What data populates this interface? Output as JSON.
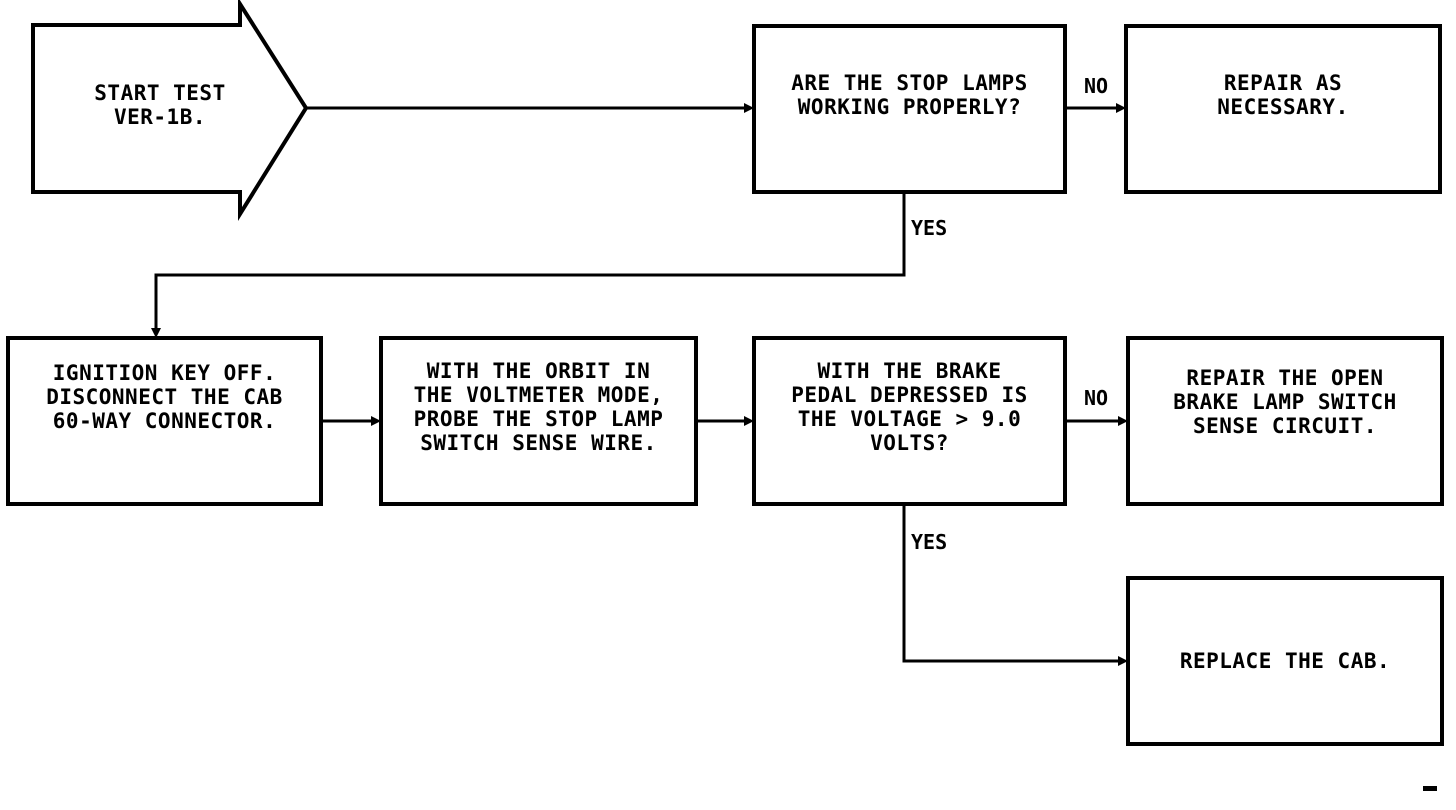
{
  "nodes": {
    "start": [
      "START TEST",
      "VER-1B."
    ],
    "q_stop_lamps": [
      "ARE THE STOP LAMPS",
      "WORKING PROPERLY?"
    ],
    "repair_as_necessary": [
      "REPAIR AS",
      "NECESSARY."
    ],
    "ignition_off": [
      "IGNITION KEY OFF.",
      "DISCONNECT THE CAB",
      "60-WAY CONNECTOR."
    ],
    "probe_wire": [
      "WITH THE ORBIT IN",
      "THE VOLTMETER MODE,",
      "PROBE THE STOP LAMP",
      "SWITCH SENSE WIRE."
    ],
    "q_voltage": [
      "WITH THE BRAKE",
      "PEDAL DEPRESSED IS",
      "THE VOLTAGE > 9.0",
      "VOLTS?"
    ],
    "repair_open_circuit": [
      "REPAIR THE OPEN",
      "BRAKE LAMP SWITCH",
      "SENSE CIRCUIT."
    ],
    "replace_cab": [
      "REPLACE THE CAB."
    ]
  },
  "edge_labels": {
    "stop_lamps_no": "NO",
    "stop_lamps_yes": "YES",
    "voltage_no": "NO",
    "voltage_yes": "YES"
  }
}
